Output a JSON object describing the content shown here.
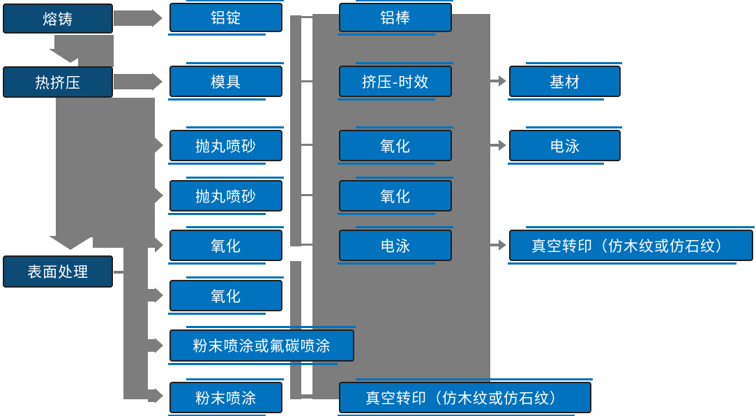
{
  "diagram": {
    "colors": {
      "stage_box": "#0c4b76",
      "process_box": "#0072be",
      "connector": "#7d7d7d",
      "text": "#ffffff",
      "background": "#ffffff"
    },
    "nodes": {
      "melting_casting": {
        "label": "熔铸"
      },
      "hot_extrusion": {
        "label": "热挤压"
      },
      "surface_treatment": {
        "label": "表面处理"
      },
      "aluminum_ingot": {
        "label": "铝锭"
      },
      "mold": {
        "label": "模具"
      },
      "shot_blasting_1": {
        "label": "抛丸喷砂"
      },
      "shot_blasting_2": {
        "label": "抛丸喷砂"
      },
      "oxidation_col2_1": {
        "label": "氧化"
      },
      "oxidation_col2_2": {
        "label": "氧化"
      },
      "powder_or_fluorocarbon": {
        "label": "粉末喷涂或氟碳喷涂"
      },
      "powder_coating": {
        "label": "粉末喷涂"
      },
      "aluminum_rod": {
        "label": "铝棒"
      },
      "extrusion_aging": {
        "label": "挤压-时效"
      },
      "oxidation_col3_1": {
        "label": "氧化"
      },
      "oxidation_col3_2": {
        "label": "氧化"
      },
      "electrophoresis_col3": {
        "label": "电泳"
      },
      "vacuum_transfer_col3": {
        "label": "真空转印（仿木纹或仿石纹）"
      },
      "base_material": {
        "label": "基材"
      },
      "electrophoresis_col4": {
        "label": "电泳"
      },
      "vacuum_transfer_col4": {
        "label": "真空转印（仿木纹或仿石纹）"
      }
    }
  }
}
